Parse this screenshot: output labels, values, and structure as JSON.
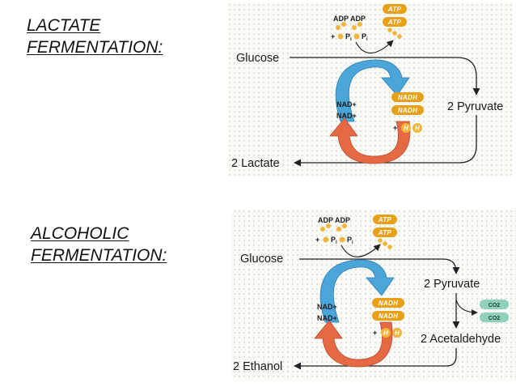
{
  "headings": {
    "lactate": [
      "LACTATE",
      "FERMENTATION:"
    ],
    "alcoholic": [
      "ALCOHOLIC",
      "FERMENTATION:"
    ]
  },
  "lactate_panel": {
    "adp_label": "ADP ADP",
    "plus": "+",
    "pi": "P",
    "pi_sub": "i",
    "atp": [
      "ATP",
      "ATP"
    ],
    "glucose": "Glucose",
    "nad": [
      "NAD+",
      "NAD+"
    ],
    "nadh": [
      "NADH",
      "NADH"
    ],
    "h_plus": "+",
    "h": "H",
    "pyruvate": "2 Pyruvate",
    "product": "2 Lactate"
  },
  "alcoholic_panel": {
    "adp_label": "ADP ADP",
    "plus": "+",
    "pi": "P",
    "pi_sub": "i",
    "atp": [
      "ATP",
      "ATP"
    ],
    "glucose": "Glucose",
    "nad": [
      "NAD+",
      "NAD+"
    ],
    "nadh": [
      "NADH",
      "NADH"
    ],
    "h_plus": "+",
    "h": "H",
    "pyruvate": "2 Pyruvate",
    "co2": [
      "CO2",
      "CO2"
    ],
    "acetaldehyde": "2 Acetaldehyde",
    "product": "2 Ethanol"
  },
  "colors": {
    "orange_dot": "#f3b437",
    "atp_pill": "#e9a019",
    "blue_arrow": "#4aa6d8",
    "red_arrow": "#e56a44",
    "co2_pill": "#8fd0bd",
    "line": "#222222"
  }
}
